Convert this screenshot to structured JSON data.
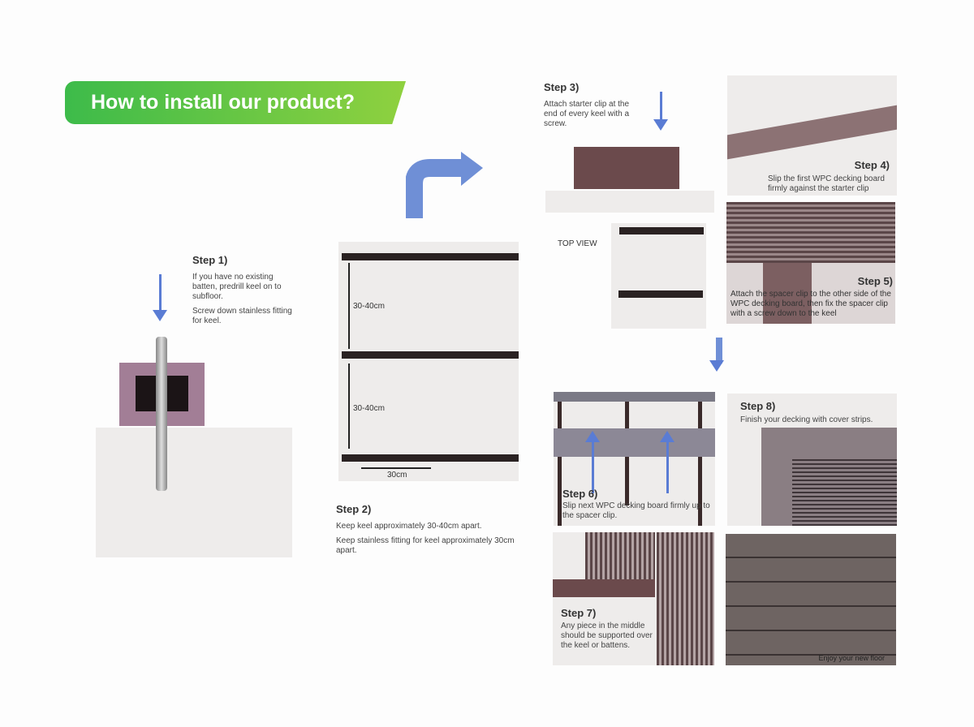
{
  "title": "How to install our product?",
  "steps": [
    {
      "label": "Step 1)",
      "text": [
        "If you have no existing batten, predrill keel on to subfloor.",
        "Screw down stainless fitting for keel."
      ]
    },
    {
      "label": "Step 2)",
      "text": [
        "Keep keel approximately 30-40cm apart.",
        "Keep stainless fitting for keel approximately 30cm apart."
      ],
      "dims": [
        "30-40cm",
        "30-40cm",
        "30cm"
      ]
    },
    {
      "label": "Step 3)",
      "text": [
        "Attach starter clip at the end of every keel with a screw."
      ],
      "top_view": "TOP VIEW"
    },
    {
      "label": "Step 4)",
      "text": [
        "Slip the first WPC decking board firmly against the starter clip"
      ]
    },
    {
      "label": "Step 5)",
      "text": [
        "Attach the spacer clip to the other side of the WPC decking board, then fix the spacer clip with a screw down to the keel"
      ]
    },
    {
      "label": "Step 6)",
      "text": [
        "Slip next WPC decking board firmly up to the spacer clip."
      ]
    },
    {
      "label": "Step 7)",
      "text": [
        "Any piece in the middle should be supported over the keel or battens."
      ]
    },
    {
      "label": "Step 8)",
      "text": [
        "Finish your decking with cover strips."
      ]
    }
  ],
  "final_caption": "Enjoy your new floor",
  "colors": {
    "banner": "#3dbb4a",
    "arrow": "#5a7cd4",
    "board": "#6b4a4c"
  }
}
